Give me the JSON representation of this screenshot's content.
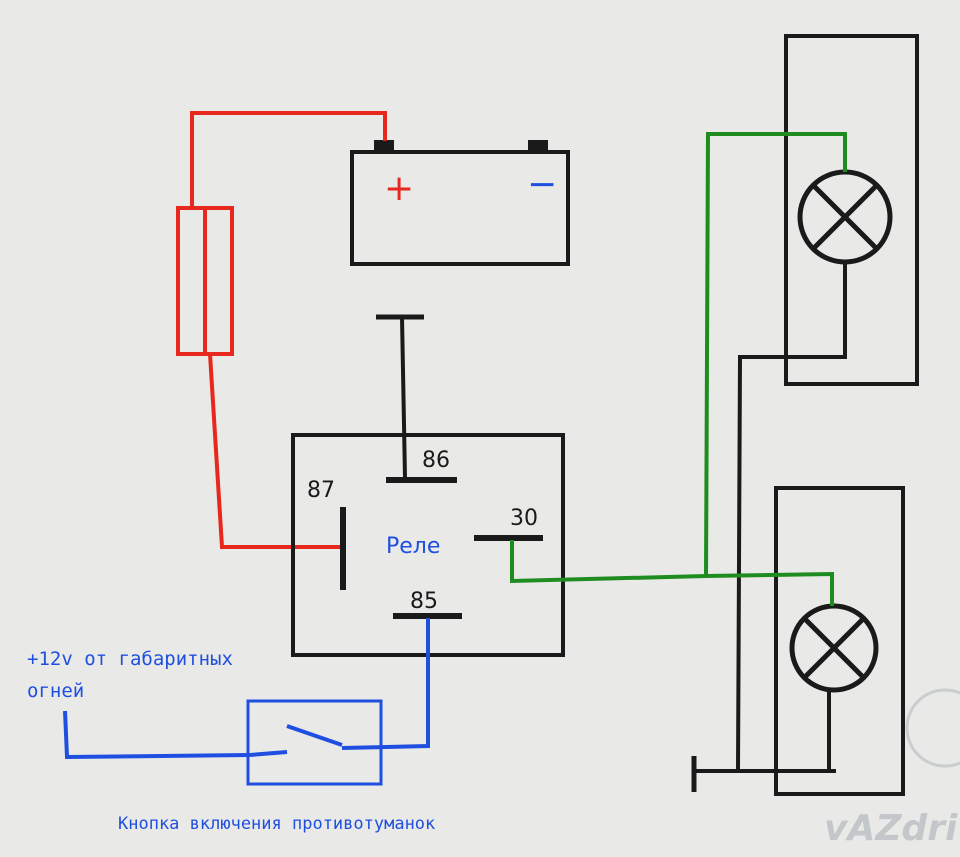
{
  "diagram": {
    "battery": {
      "plus_sign": "+",
      "minus_sign": "−"
    },
    "relay": {
      "label": "Реле",
      "pins": {
        "p86": "86",
        "p87": "87",
        "p30": "30",
        "p85": "85"
      }
    },
    "power_source": {
      "line1": "+12v от габаритных",
      "line2": "огней"
    },
    "switch": {
      "caption": "Кнопка включения противотуманок"
    },
    "watermark": {
      "text": "vAZdri"
    },
    "colors": {
      "red_wire": "#e8271f",
      "green_wire": "#1f8c1f",
      "blue_wire": "#1f4fe0",
      "black_wire": "#1a1a1a",
      "background": "#e9e9e7"
    }
  }
}
